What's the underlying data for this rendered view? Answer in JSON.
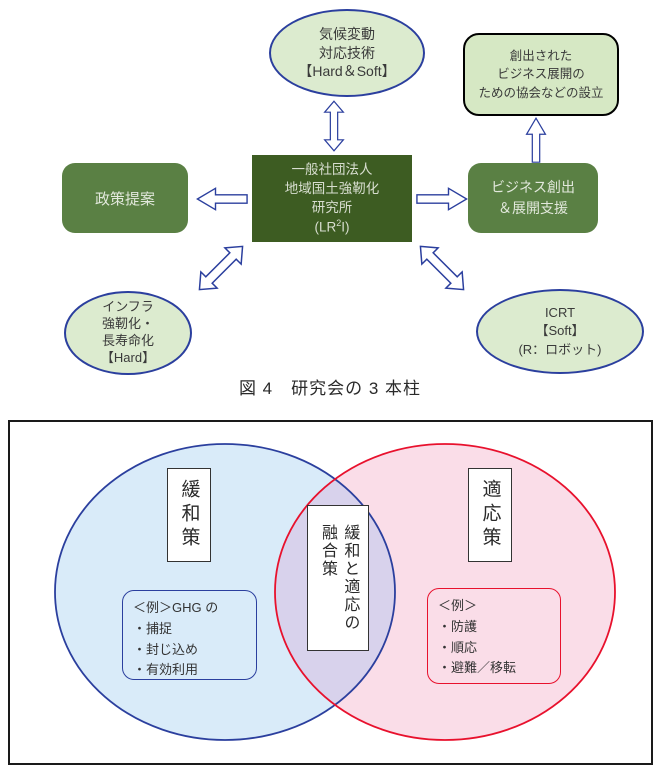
{
  "figure": {
    "caption": "図 4　研究会の 3 本柱",
    "nodes": {
      "climate": {
        "lines": [
          "気候変動",
          "対応技術",
          "【Hard＆Soft】"
        ]
      },
      "association": {
        "lines": [
          "創出された",
          "ビジネス展開の",
          "ための協会などの設立"
        ]
      },
      "center": {
        "lines": [
          "一般社団法人",
          "地域国土強靭化",
          "研究所"
        ],
        "acronym": {
          "pre": "(LR",
          "sup": "2",
          "post": "I)"
        }
      },
      "policy": {
        "label": "政策提案"
      },
      "business": {
        "lines": [
          "ビジネス創出",
          "＆展開支援"
        ]
      },
      "infra": {
        "lines": [
          "インフラ",
          "強靭化・",
          "長寿命化",
          "【Hard】"
        ]
      },
      "icrt": {
        "lines": [
          "ICRT",
          "【Soft】",
          "(R：ロボット)"
        ]
      }
    }
  },
  "venn": {
    "left_label": "緩和策",
    "right_label": "適応策",
    "center_label": "緩和と適応の\n融合策",
    "left_example": {
      "title": "＜例＞GHG の",
      "items": [
        "・捕捉",
        "・封じ込め",
        "・有効利用"
      ]
    },
    "right_example": {
      "title": "＜例＞",
      "items": [
        "・防護",
        "・順応",
        "・避難／移転"
      ]
    }
  },
  "colors": {
    "node_fill_light_green": "#dcebcf",
    "node_border_blue": "#2b3f9e",
    "center_box_green": "#3d5c22",
    "side_box_green": "#5a8044",
    "assoc_border": "#000000",
    "venn_left_fill": "#d9ebf9",
    "venn_left_stroke": "#2b3f9e",
    "venn_right_fill": "#fadde8",
    "venn_right_stroke": "#e8112d",
    "venn_overlap_fill": "#d8d2ec"
  }
}
